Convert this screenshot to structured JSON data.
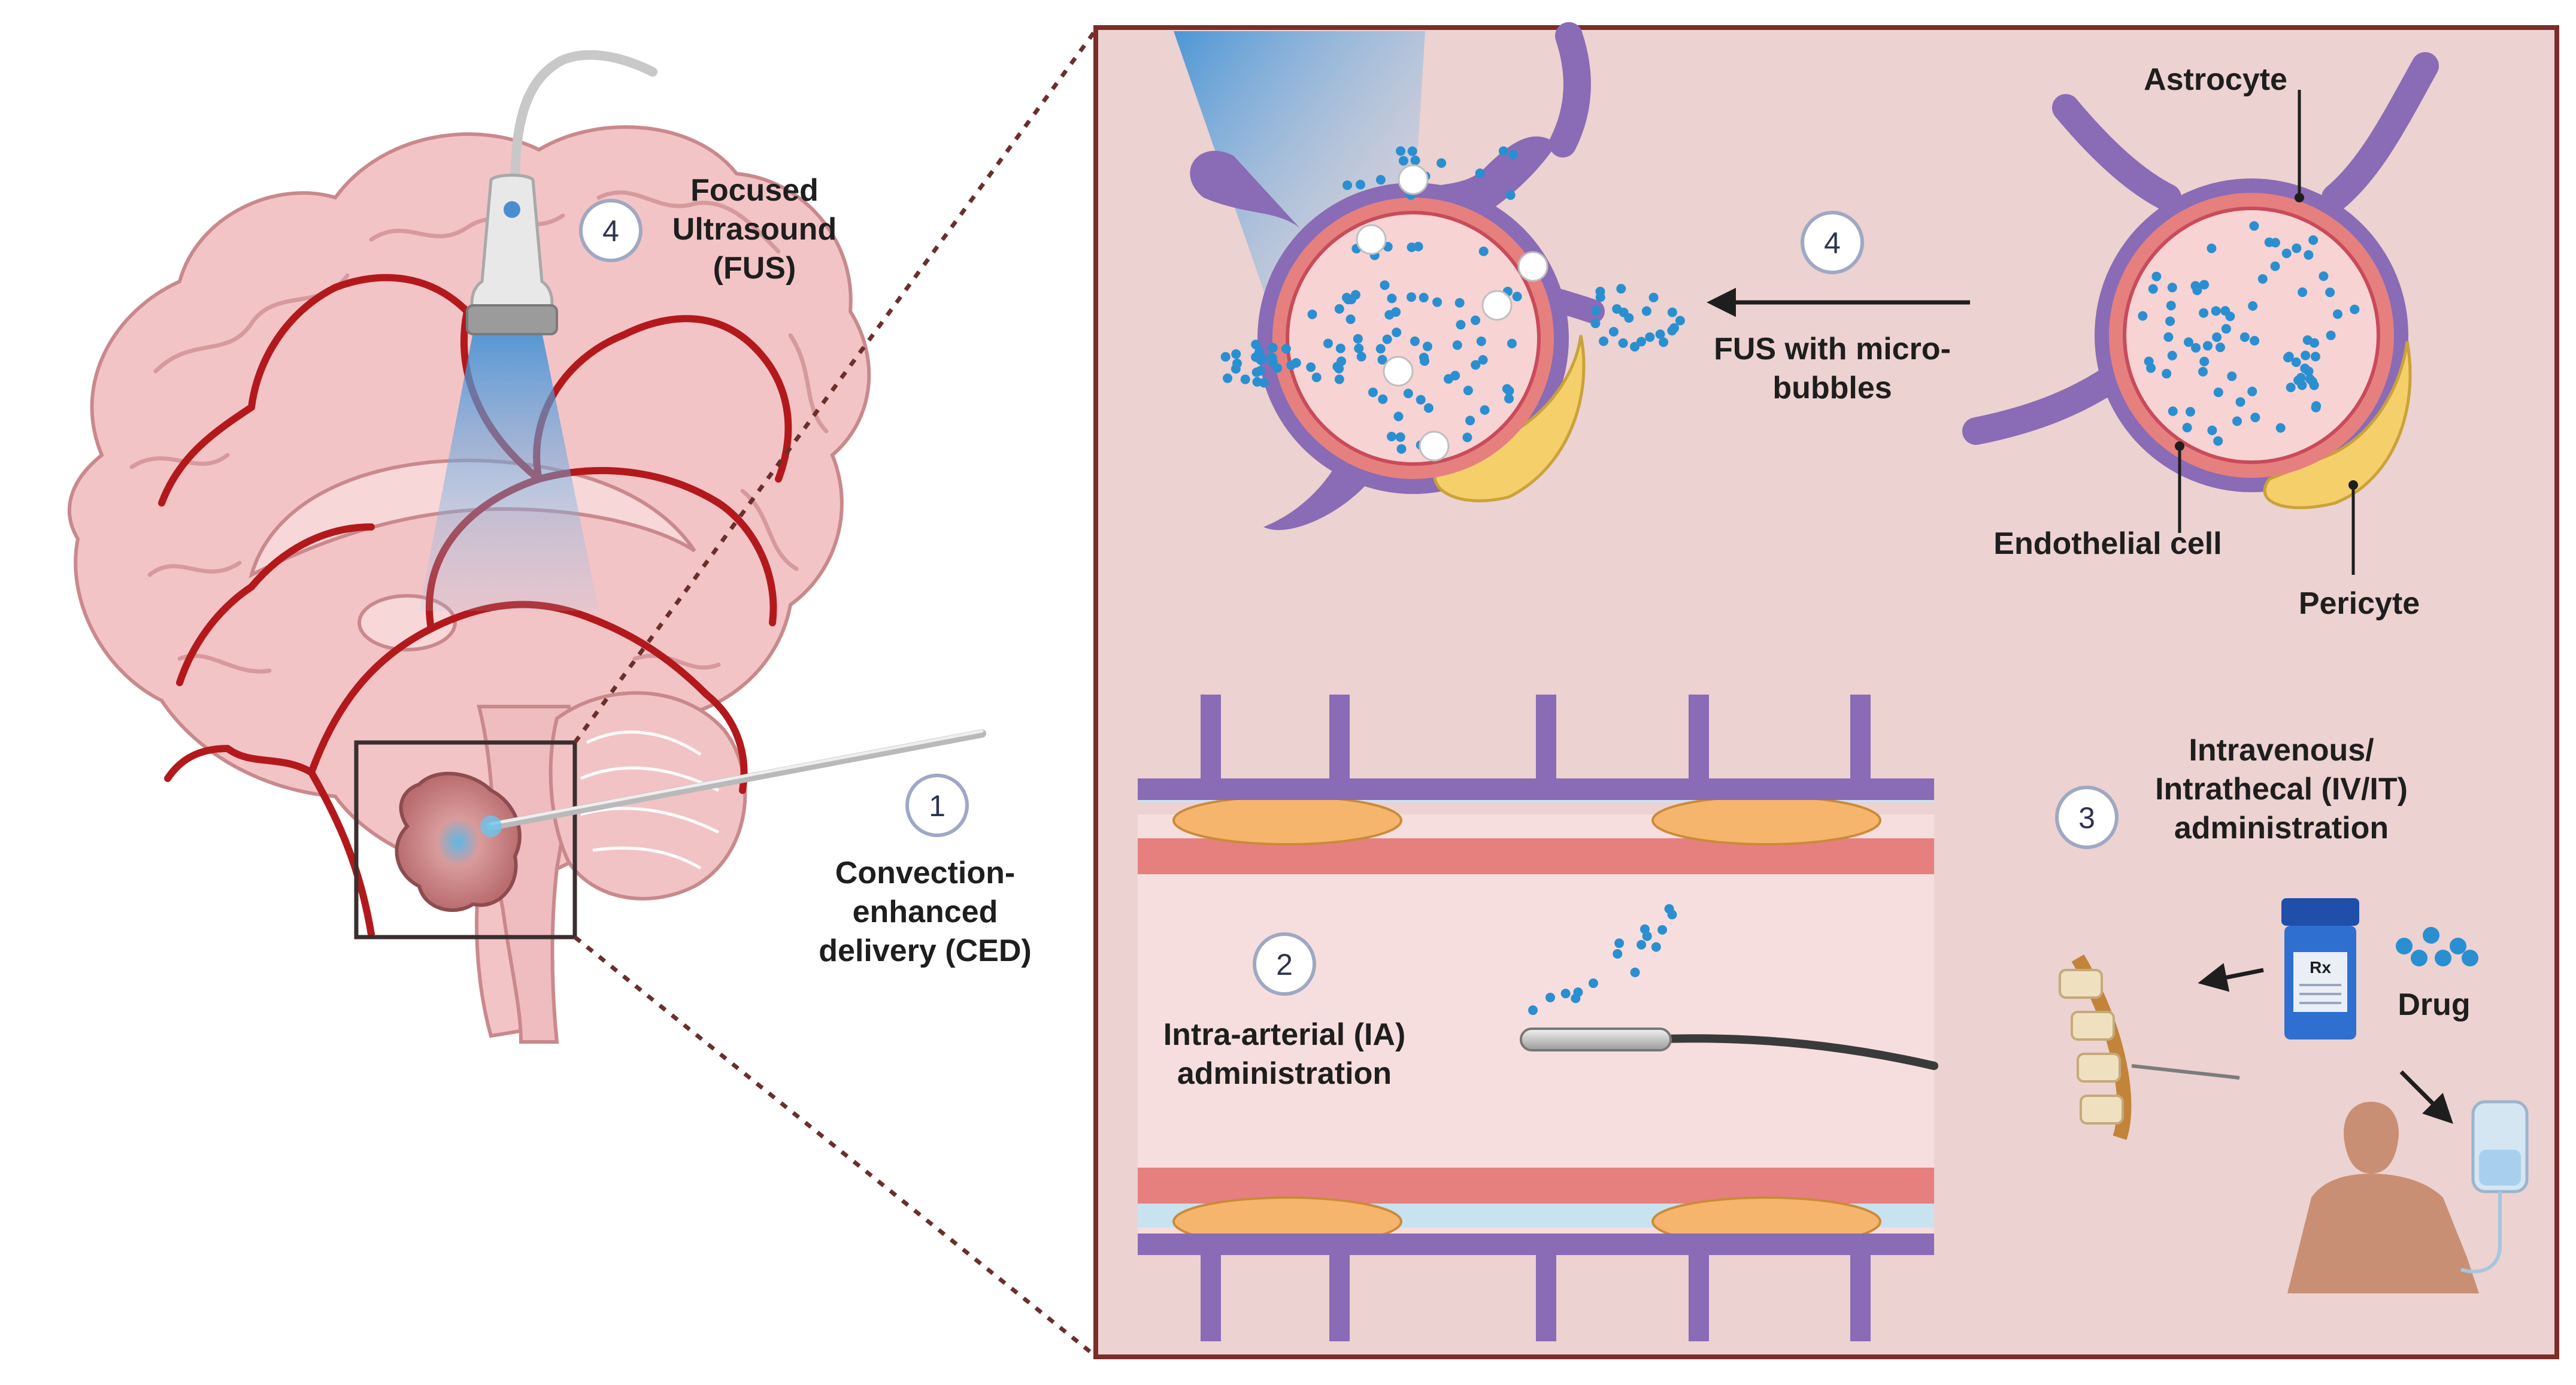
{
  "labels": {
    "fus_title_1": "Focused",
    "fus_title_2": "Ultrasound",
    "fus_title_3": "(FUS)",
    "ced_1": "Convection-",
    "ced_2": "enhanced",
    "ced_3": "delivery (CED)",
    "fus_micro_1": "FUS with micro-",
    "fus_micro_2": "bubbles",
    "astrocyte": "Astrocyte",
    "endothelial": "Endothelial cell",
    "pericyte": "Pericyte",
    "ia_1": "Intra-arterial (IA)",
    "ia_2": "administration",
    "iv_1": "Intravenous/",
    "iv_2": "Intrathecal (IV/IT)",
    "iv_3": "administration",
    "drug": "Drug",
    "rx": "Rx"
  },
  "badges": {
    "fus_brain": "4",
    "ced": "1",
    "fus_panel": "4",
    "ia": "2",
    "iv": "3"
  },
  "colors": {
    "panel_bg": "#ecd2d1",
    "panel_border": "#7a2e2a",
    "vessel_red": "#b3191c",
    "brain_pink": "#f3c4c6",
    "astrocyte_purple": "#8a6bb5",
    "endothelial_pink": "#e5807f",
    "pericyte_yellow": "#f4cf6a",
    "drug_blue": "#2a8fd0",
    "ultrasound_blue": "#5aa6dc"
  }
}
